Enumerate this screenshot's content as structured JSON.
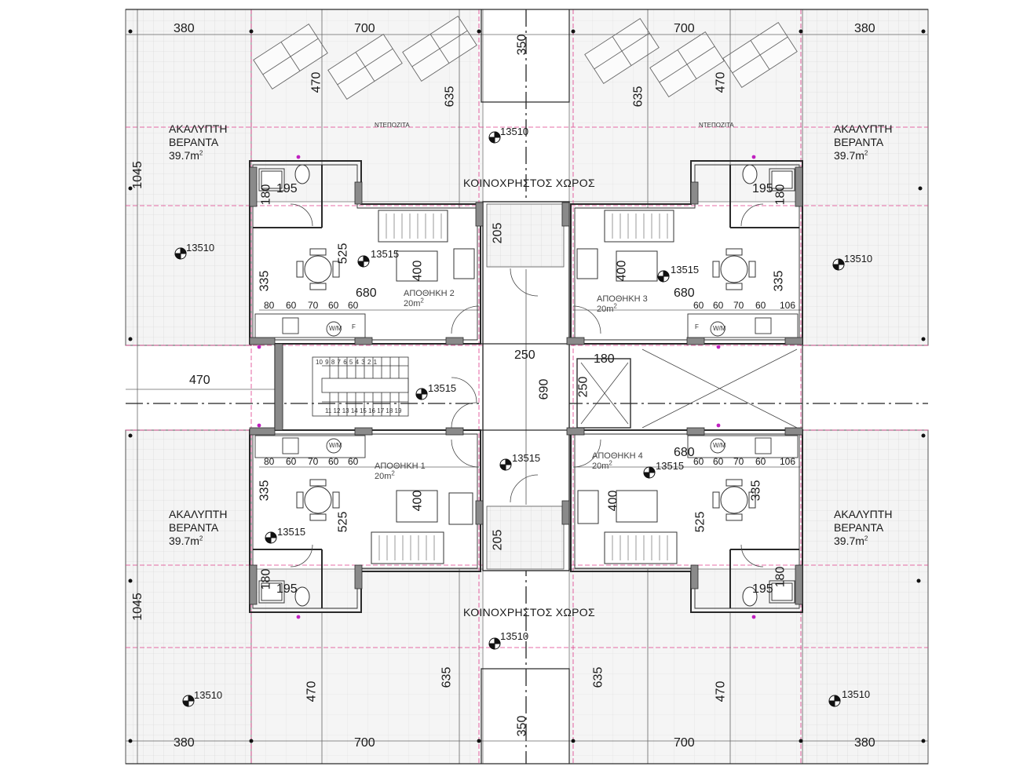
{
  "colors": {
    "wall": "#2a2a2a",
    "wall_fill": "#8a8a8a",
    "veranda_fill": "#f3f3f3",
    "grid_line": "#d9d9d9",
    "guide_line": "#e03c8a",
    "axis_line": "#222222",
    "dimension_line": "#555555",
    "marker": "#c020c0"
  },
  "labels": {
    "veranda_title": "ΑΚΑΛΥΠΤΗ ΒΕΡΑΝΤΑ",
    "veranda_area": "39.7m",
    "area_exp": "2",
    "common_space": "ΚΟΙΝΟΧΡΗΣΤΟΣ ΧΩΡΟΣ",
    "deposit": "ΝΤΕΠΟΖΙΤΑ",
    "store_1": "ΑΠΟΘΗΚΗ 1",
    "store_2": "ΑΠΟΘΗΚΗ 2",
    "store_3": "ΑΠΟΘΗΚΗ 3",
    "store_4": "ΑΠΟΘΗΚΗ 4",
    "store_area": "20m",
    "wm": "W/M",
    "fridge": "F"
  },
  "elevations": {
    "veranda": "13510",
    "interior": "13515"
  },
  "dimensions": {
    "d380": "380",
    "d700": "700",
    "d350": "350",
    "d470": "470",
    "d635": "635",
    "d1045": "1045",
    "d180": "180",
    "d195": "195",
    "d525": "525",
    "d335": "335",
    "d400": "400",
    "d680": "680",
    "d205": "205",
    "d250": "250",
    "d690": "690",
    "d80": "80",
    "d60": "60",
    "d70": "70",
    "d106": "106"
  },
  "stair_numbers": {
    "top": [
      "10",
      "9",
      "8",
      "7",
      "6",
      "5",
      "4",
      "3",
      "2",
      "1"
    ],
    "bottom": [
      "11",
      "12",
      "13",
      "14",
      "15",
      "16",
      "17",
      "18",
      "19"
    ]
  }
}
